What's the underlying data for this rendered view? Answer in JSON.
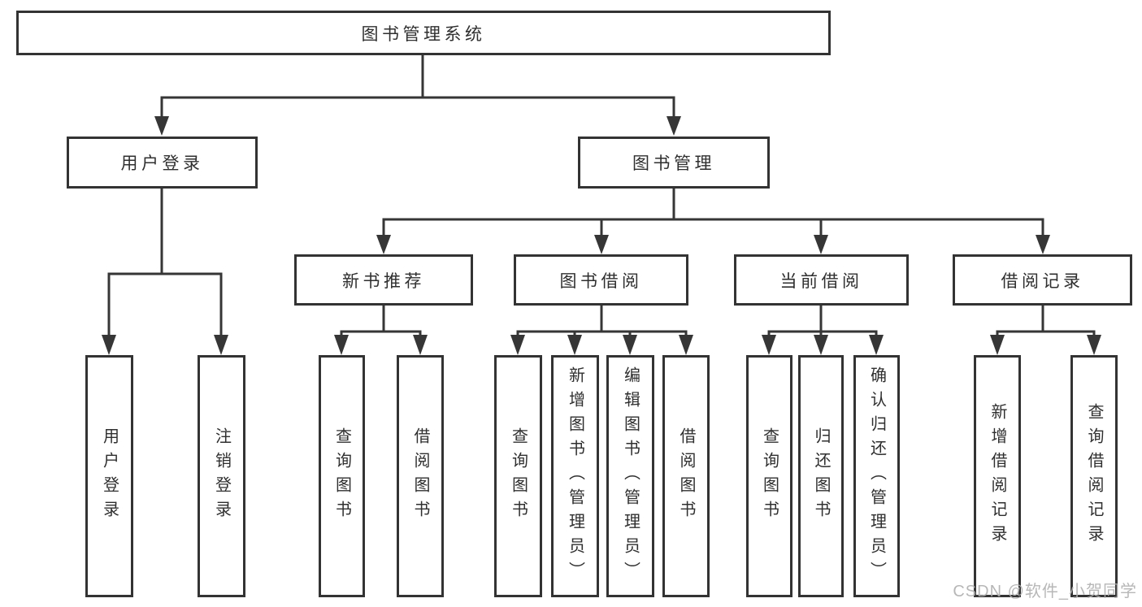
{
  "diagram": {
    "root": {
      "label": "图书管理系统",
      "children": [
        {
          "label": "用户登录",
          "children": [
            {
              "label": "用户登录"
            },
            {
              "label": "注销登录"
            }
          ]
        },
        {
          "label": "图书管理",
          "children": [
            {
              "label": "新书推荐",
              "children": [
                {
                  "label": "查询图书"
                },
                {
                  "label": "借阅图书"
                }
              ]
            },
            {
              "label": "图书借阅",
              "children": [
                {
                  "label": "查询图书"
                },
                {
                  "label": "新增图书（管理员）"
                },
                {
                  "label": "编辑图书（管理员）"
                },
                {
                  "label": "借阅图书"
                }
              ]
            },
            {
              "label": "当前借阅",
              "children": [
                {
                  "label": "查询图书"
                },
                {
                  "label": "归还图书"
                },
                {
                  "label": "确认归还（管理员）"
                }
              ]
            },
            {
              "label": "借阅记录",
              "children": [
                {
                  "label": "新增借阅记录"
                },
                {
                  "label": "查询借阅记录"
                }
              ]
            }
          ]
        }
      ]
    }
  },
  "watermark": {
    "text": "CSDN @软件_小贺同学"
  },
  "colors": {
    "line": "#363636",
    "border": "#333333",
    "text": "#2f2f2f",
    "watermark": "#b0b0b0",
    "background": "#ffffff"
  }
}
